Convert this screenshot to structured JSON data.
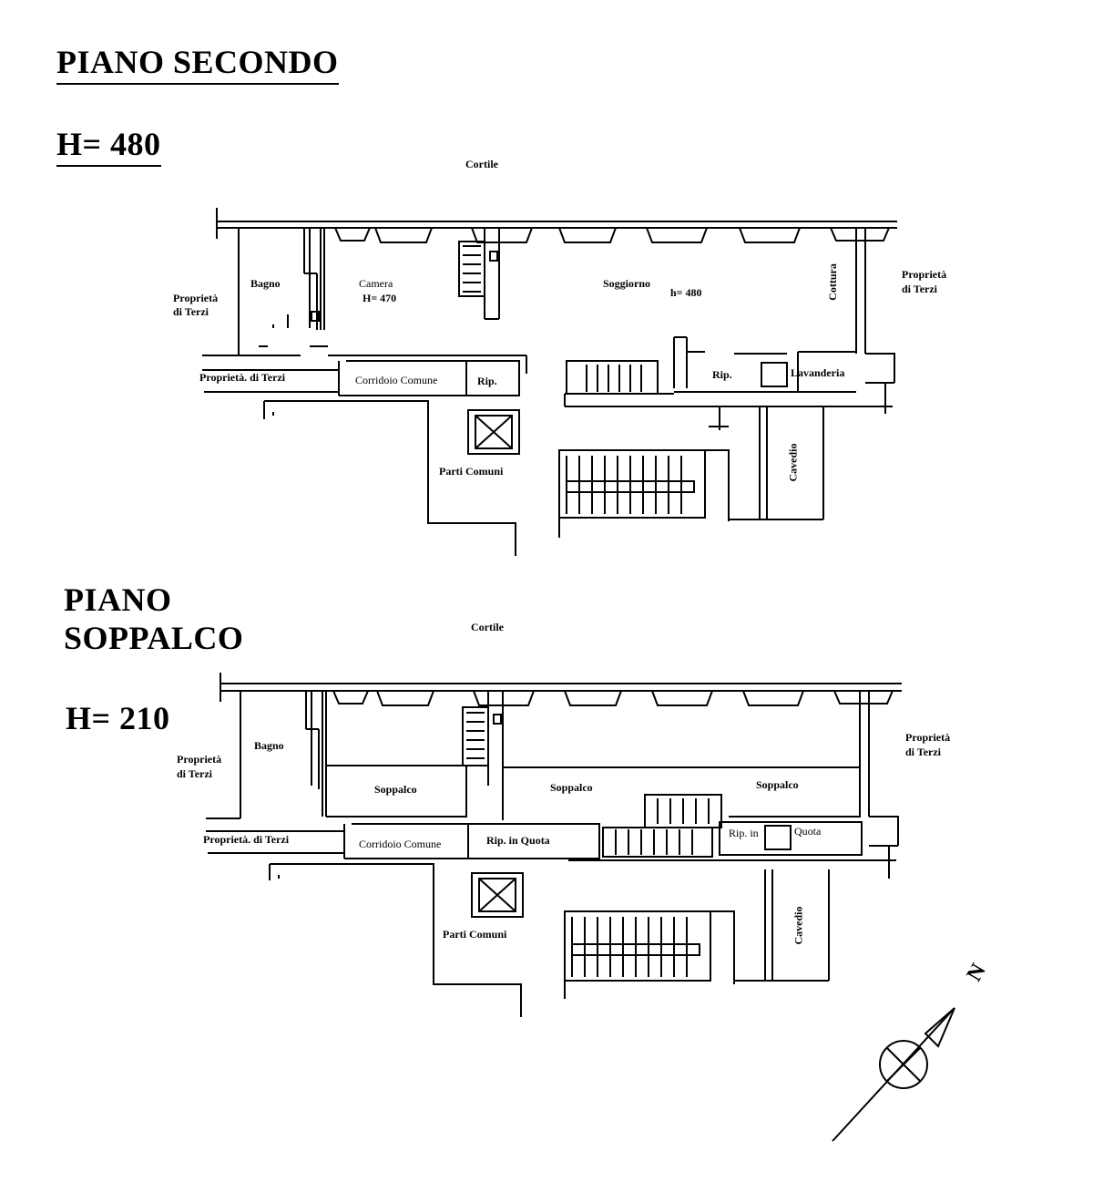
{
  "floor2": {
    "title": "PIANO SECONDO",
    "height": "H= 480",
    "cortile": "Cortile",
    "bagno": "Bagno",
    "camera": "Camera",
    "camera_h": "H= 470",
    "soggiorno": "Soggiorno",
    "soggiorno_h": "h= 480",
    "cottura": "Cottura",
    "prop_left_1": "Proprietà",
    "prop_left_2": "di Terzi",
    "prop_right_1": "Proprietà",
    "prop_right_2": "di Terzi",
    "prop_bottom": "Proprietà. di Terzi",
    "corridoio": "Corridoio Comune",
    "rip1": "Rip.",
    "rip2": "Rip.",
    "lavanderia": "Lavanderia",
    "parti_comuni": "Parti Comuni",
    "cavedio": "Cavedio"
  },
  "mezzanine": {
    "title_line1": "PIANO",
    "title_line2": "SOPPALCO",
    "height": "H= 210",
    "cortile": "Cortile",
    "bagno": "Bagno",
    "soppalco1": "Soppalco",
    "soppalco2": "Soppalco",
    "soppalco3": "Soppalco",
    "prop_left_1": "Proprietà",
    "prop_left_2": "di Terzi",
    "prop_right_1": "Proprietà",
    "prop_right_2": "di Terzi",
    "prop_bottom": "Proprietà. di Terzi",
    "corridoio": "Corridoio Comune",
    "rip_quota": "Rip. in Quota",
    "rip_in": "Rip. in",
    "quota": "Quota",
    "parti_comuni": "Parti Comuni",
    "cavedio": "Cavedio"
  },
  "compass": {
    "north": "N"
  }
}
